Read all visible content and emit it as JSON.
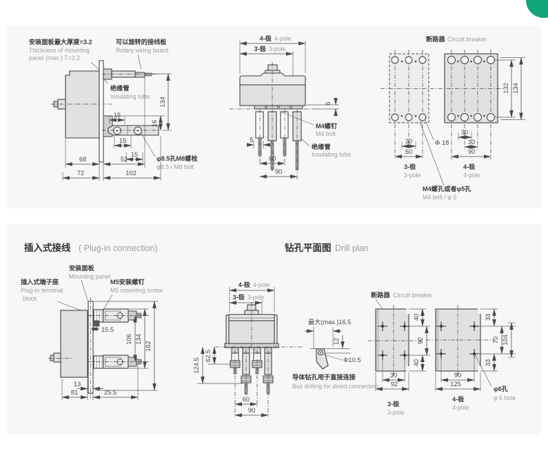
{
  "accent_color": "#12a578",
  "figA": {
    "thickness_zh": "安装面板最大厚度=3.2",
    "thickness_en1": "Thickness of mounting",
    "thickness_en2": "panel (max.) T=3.2",
    "rotary_zh": "可以旋转的接线板",
    "rotary_en": "Rotary wiring board",
    "tube_zh": "绝缘管",
    "tube_en": "Insulating tube",
    "bolt_zh": "φ8.5孔M8螺栓",
    "bolt_en": "φ8.5 / M8 bolt",
    "d134": "134",
    "d16": "16",
    "d15a": "15",
    "d15b": "15",
    "d15c": "15",
    "d68": "68",
    "d52": "52",
    "d72": "72",
    "d102": "102"
  },
  "figB": {
    "pole4_zh": "4-极",
    "pole4_en": "4-pole",
    "pole3_zh": "3-极",
    "pole3_en": "3-pole",
    "d6": "6",
    "d5": "5",
    "d60": "60",
    "d90": "90",
    "m4_zh": "M4螺钉",
    "m4_en": "M4 bolt",
    "tube_zh": "绝缘管",
    "tube_en": "Insulating tube"
  },
  "figC": {
    "title_zh": "断路器",
    "title_en": "Circuit breaker",
    "d132": "132",
    "d134": "134",
    "d18": "Φ 18",
    "p3_30": "30",
    "p3_60": "60",
    "p4_30a": "30",
    "p4_30b": "30",
    "p4_90": "90",
    "pole3_zh": "3-极",
    "pole3_en": "3-pole",
    "pole4_zh": "4-极",
    "pole4_en": "4-pole",
    "hole_zh": "M4螺孔或者φ5孔",
    "hole_en": "M4 bolt / φ 5"
  },
  "sec2": {
    "plugin_zh": "插入式接线",
    "plugin_en": "( Plug-in connection)",
    "drill_zh": "钻孔平面图",
    "drill_en": "Drill plan"
  },
  "figD": {
    "panel_zh": "安装面板",
    "panel_en": "Mounting panel",
    "block_zh": "插入式端子座",
    "block_en1": "Plug-in terminal",
    "block_en2": "block",
    "m5_zh": "M5安装螺钉",
    "m5_en": "M5 mounting screw",
    "d155": "15.5",
    "d106": "106",
    "d134": "134",
    "d162": "162",
    "d13": "13",
    "d81": "81",
    "d255": "25.5"
  },
  "figE": {
    "pole4_zh": "4-极",
    "pole4_en": "4-pole",
    "pole3_zh": "3-极",
    "pole3_en": "3-pole",
    "d1245": "124.5",
    "d625": "62.5",
    "d60": "60",
    "d90": "90"
  },
  "figF": {
    "max_label": "最大(max.)16.5",
    "d12": "12",
    "d105": "Φ10.5",
    "note_zh": "导体钻孔用于直接连接",
    "note_en": "Bus drilling for direct connection"
  },
  "figG": {
    "title_zh": "断路器",
    "title_en": "Circuit breaker",
    "d40a": "40",
    "d92v": "92",
    "d40b": "40",
    "d30": "30",
    "d92h": "92",
    "d33a": "33",
    "d70": "70",
    "d104": "104",
    "d33b": "33",
    "d90": "90",
    "d125": "125",
    "pole3_zh": "3-极",
    "pole3_en": "3-pole",
    "pole4_zh": "4-极",
    "pole4_en": "4-pole",
    "hole_zh": "φ6孔",
    "hole_en": "φ 6 hole"
  }
}
